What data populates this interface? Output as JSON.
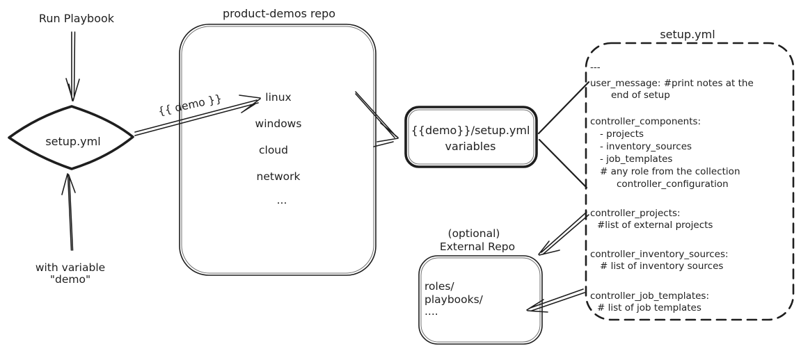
{
  "canvas": {
    "ink": "#1e1e1e",
    "bg": "#ffffff"
  },
  "flow": {
    "run_playbook_label": "Run Playbook",
    "diamond_label": "setup.yml",
    "with_variable_line1": "with variable",
    "with_variable_line2": "\"demo\"",
    "demo_arrow_label": "{{ demo }}"
  },
  "repo": {
    "title": "product-demos repo",
    "items": [
      "linux",
      "windows",
      "cloud",
      "network",
      "..."
    ]
  },
  "variables_box": {
    "line1": "{{demo}}/setup.yml",
    "line2": "variables"
  },
  "setup_yml": {
    "title": "setup.yml",
    "lines": [
      "---",
      "user_message: #print notes at the",
      "end of setup",
      "controller_components:",
      "- projects",
      "- inventory_sources",
      "- job_templates",
      "# any role from the collection",
      "controller_configuration",
      "controller_projects:",
      "#list of external projects",
      "controller_inventory_sources:",
      "# list of inventory sources",
      "controller_job_templates:",
      "# list of job templates"
    ]
  },
  "external_repo": {
    "title_line1": "(optional)",
    "title_line2": "External Repo",
    "lines": [
      "roles/",
      "playbooks/",
      "...."
    ]
  }
}
